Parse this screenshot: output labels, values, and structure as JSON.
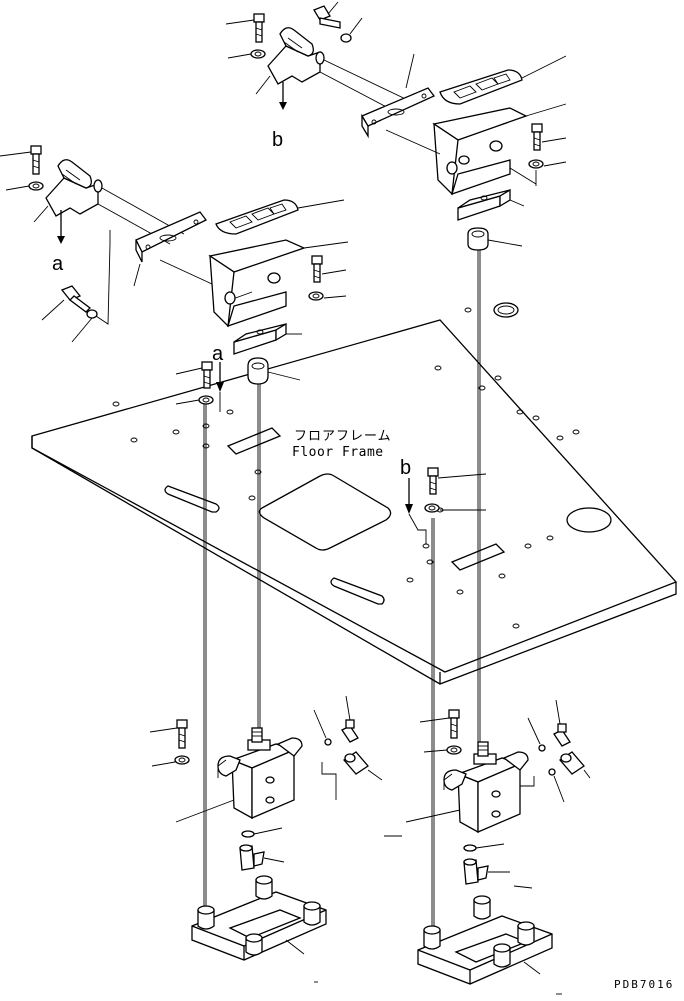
{
  "labels": {
    "a_left": "a",
    "a_plate": "a",
    "b_top": "b",
    "b_plate": "b"
  },
  "floor_frame": {
    "japanese": "フロアフレーム",
    "english": "Floor Frame"
  },
  "drawing_code": "PDB7016"
}
